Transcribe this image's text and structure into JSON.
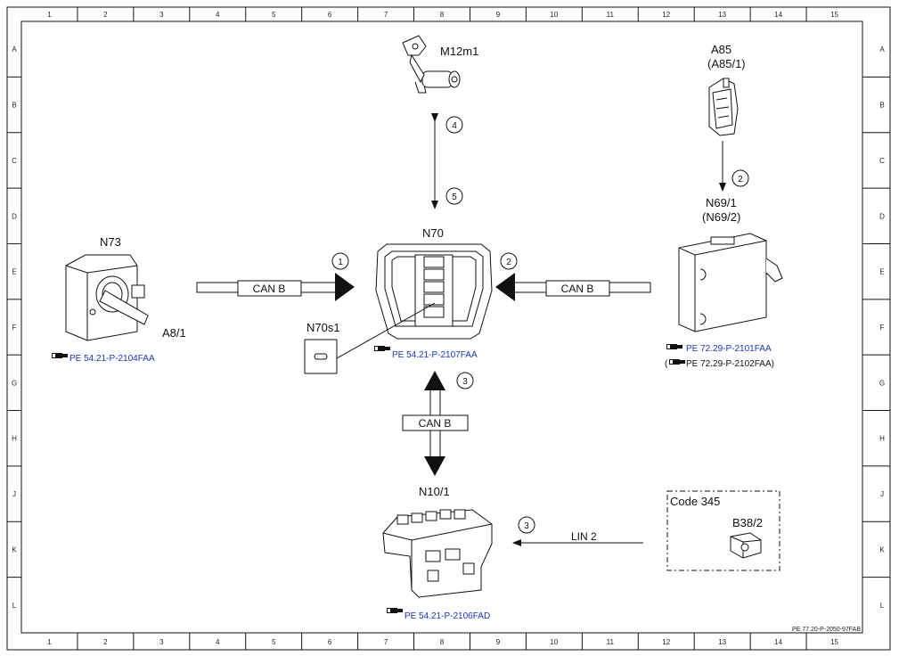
{
  "grid": {
    "columns": [
      "1",
      "2",
      "3",
      "4",
      "5",
      "6",
      "7",
      "8",
      "9",
      "10",
      "11",
      "12",
      "13",
      "14",
      "15"
    ],
    "rows": [
      "A",
      "B",
      "C",
      "D",
      "E",
      "F",
      "G",
      "H",
      "J",
      "K",
      "L"
    ]
  },
  "components": {
    "m12m1": "M12m1",
    "a85": "A85",
    "a85_alt": "(A85/1)",
    "n69_1": "N69/1",
    "n69_2": "(N69/2)",
    "n70": "N70",
    "n73": "N73",
    "a8_1": "A8/1",
    "n70s1": "N70s1",
    "n10_1": "N10/1",
    "code345": "Code 345",
    "b38_2": "B38/2"
  },
  "references": {
    "n73": "PE 54.21-P-2104FAA",
    "n70": "PE 54.21-P-2107FAA",
    "n69_1": "PE 72.29-P-2101FAA",
    "n69_2_open": "(",
    "n69_2": "PE 72.29-P-2102FAA)",
    "n10_1": "PE 54.21-P-2106FAD"
  },
  "buses": {
    "can_b_left": "CAN B",
    "can_b_right": "CAN B",
    "can_b_bottom": "CAN B",
    "lin2": "LIN 2"
  },
  "signals": {
    "s1": "1",
    "s2_top": "2",
    "s2_right": "2",
    "s3_top": "3",
    "s3_lin": "3",
    "s4": "4",
    "s5": "5"
  },
  "footer": {
    "doc_id": "PE 77.20-P-2050-97FAB"
  },
  "icons": {
    "reference": "pointing-hand-icon"
  },
  "colors": {
    "reference_link": "#1a33c8",
    "line": "#111111"
  }
}
